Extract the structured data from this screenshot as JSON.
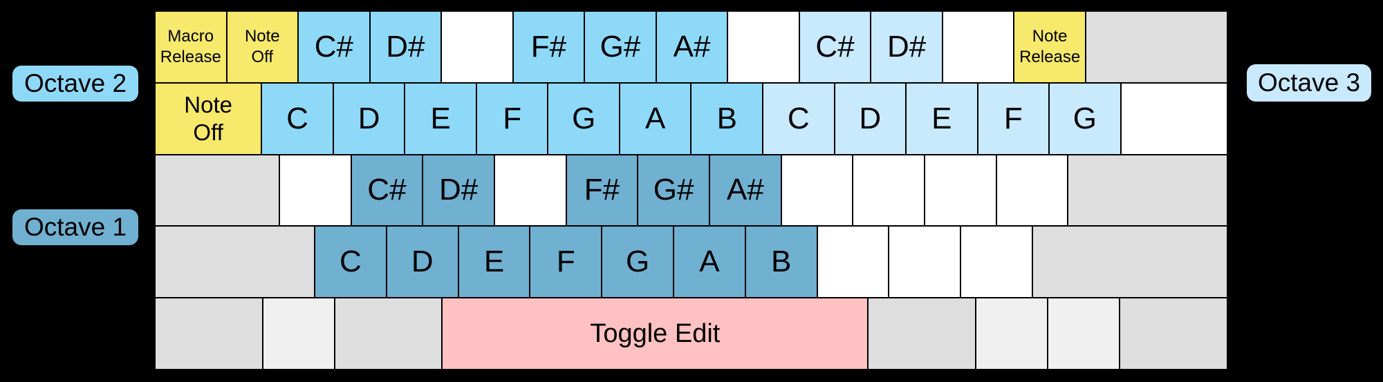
{
  "legend": {
    "octave1": "Octave 1",
    "octave2": "Octave 2",
    "octave3": "Octave 3"
  },
  "colors": {
    "background": "#000000",
    "key_border": "#000000",
    "text": "#000000",
    "yellow_macro": "#F6E96B",
    "octave1_blue": "#70B0D0",
    "octave2_blue": "#8FD9F8",
    "octave3_blue": "#C9E9FC",
    "white_key": "#FFFFFF",
    "gray_key": "#DEDEDE",
    "light_gray_key": "#F0F0F0",
    "pink_toggle": "#FFC1C1"
  },
  "keyboard": {
    "rows": [
      {
        "name": "keyboard-row-number",
        "keys": [
          {
            "name": "key-macro-release",
            "label": "Macro\nRelease",
            "type": "macro",
            "w": 1,
            "size": "sm"
          },
          {
            "name": "key-note-off-top",
            "label": "Note\nOff",
            "type": "macro",
            "w": 1,
            "size": "sm"
          },
          {
            "name": "key-csharp-oct2",
            "label": "C#",
            "type": "oct2",
            "w": 1,
            "size": "note"
          },
          {
            "name": "key-dsharp-oct2",
            "label": "D#",
            "type": "oct2",
            "w": 1,
            "size": "note"
          },
          {
            "name": "key-blank-row1-a",
            "label": "",
            "type": "blank",
            "w": 1
          },
          {
            "name": "key-fsharp-oct2",
            "label": "F#",
            "type": "oct2",
            "w": 1,
            "size": "note"
          },
          {
            "name": "key-gsharp-oct2",
            "label": "G#",
            "type": "oct2",
            "w": 1,
            "size": "note"
          },
          {
            "name": "key-asharp-oct2",
            "label": "A#",
            "type": "oct2",
            "w": 1,
            "size": "note"
          },
          {
            "name": "key-blank-row1-b",
            "label": "",
            "type": "blank",
            "w": 1
          },
          {
            "name": "key-csharp-oct3",
            "label": "C#",
            "type": "oct3",
            "w": 1,
            "size": "note"
          },
          {
            "name": "key-dsharp-oct3",
            "label": "D#",
            "type": "oct3",
            "w": 1,
            "size": "note"
          },
          {
            "name": "key-blank-row1-c",
            "label": "",
            "type": "blank",
            "w": 1
          },
          {
            "name": "key-note-release",
            "label": "Note\nRelease",
            "type": "macro",
            "w": 1,
            "size": "sm"
          },
          {
            "name": "key-backspace-unmapped",
            "label": "",
            "type": "gray",
            "w": 2
          }
        ]
      },
      {
        "name": "keyboard-row-top",
        "keys": [
          {
            "name": "key-note-off-tab",
            "label": "Note\nOff",
            "type": "macro",
            "w": 1.5,
            "size": "md"
          },
          {
            "name": "key-c-oct2",
            "label": "C",
            "type": "oct2",
            "w": 1,
            "size": "note"
          },
          {
            "name": "key-d-oct2",
            "label": "D",
            "type": "oct2",
            "w": 1,
            "size": "note"
          },
          {
            "name": "key-e-oct2",
            "label": "E",
            "type": "oct2",
            "w": 1,
            "size": "note"
          },
          {
            "name": "key-f-oct2",
            "label": "F",
            "type": "oct2",
            "w": 1,
            "size": "note"
          },
          {
            "name": "key-g-oct2",
            "label": "G",
            "type": "oct2",
            "w": 1,
            "size": "note"
          },
          {
            "name": "key-a-oct2",
            "label": "A",
            "type": "oct2",
            "w": 1,
            "size": "note"
          },
          {
            "name": "key-b-oct2",
            "label": "B",
            "type": "oct2",
            "w": 1,
            "size": "note"
          },
          {
            "name": "key-c-oct3",
            "label": "C",
            "type": "oct3",
            "w": 1,
            "size": "note"
          },
          {
            "name": "key-d-oct3",
            "label": "D",
            "type": "oct3",
            "w": 1,
            "size": "note"
          },
          {
            "name": "key-e-oct3",
            "label": "E",
            "type": "oct3",
            "w": 1,
            "size": "note"
          },
          {
            "name": "key-f-oct3",
            "label": "F",
            "type": "oct3",
            "w": 1,
            "size": "note"
          },
          {
            "name": "key-g-oct3",
            "label": "G",
            "type": "oct3",
            "w": 1,
            "size": "note"
          },
          {
            "name": "key-blank-backslash",
            "label": "",
            "type": "blank",
            "w": 1.5
          }
        ]
      },
      {
        "name": "keyboard-row-home",
        "keys": [
          {
            "name": "key-capslock-unmapped",
            "label": "",
            "type": "gray",
            "w": 1.75
          },
          {
            "name": "key-blank-a",
            "label": "",
            "type": "blank",
            "w": 1
          },
          {
            "name": "key-csharp-oct1",
            "label": "C#",
            "type": "oct1",
            "w": 1,
            "size": "note"
          },
          {
            "name": "key-dsharp-oct1",
            "label": "D#",
            "type": "oct1",
            "w": 1,
            "size": "note"
          },
          {
            "name": "key-blank-f",
            "label": "",
            "type": "blank",
            "w": 1
          },
          {
            "name": "key-fsharp-oct1",
            "label": "F#",
            "type": "oct1",
            "w": 1,
            "size": "note"
          },
          {
            "name": "key-gsharp-oct1",
            "label": "G#",
            "type": "oct1",
            "w": 1,
            "size": "note"
          },
          {
            "name": "key-asharp-oct1",
            "label": "A#",
            "type": "oct1",
            "w": 1,
            "size": "note"
          },
          {
            "name": "key-blank-k",
            "label": "",
            "type": "blank",
            "w": 1
          },
          {
            "name": "key-blank-l",
            "label": "",
            "type": "blank",
            "w": 1
          },
          {
            "name": "key-blank-semicolon",
            "label": "",
            "type": "blank",
            "w": 1
          },
          {
            "name": "key-blank-quote",
            "label": "",
            "type": "blank",
            "w": 1
          },
          {
            "name": "key-enter-unmapped",
            "label": "",
            "type": "gray",
            "w": 2.25
          }
        ]
      },
      {
        "name": "keyboard-row-bottom-letters",
        "keys": [
          {
            "name": "key-lshift-unmapped",
            "label": "",
            "type": "gray",
            "w": 2.25
          },
          {
            "name": "key-c-oct1",
            "label": "C",
            "type": "oct1",
            "w": 1,
            "size": "note"
          },
          {
            "name": "key-d-oct1",
            "label": "D",
            "type": "oct1",
            "w": 1,
            "size": "note"
          },
          {
            "name": "key-e-oct1",
            "label": "E",
            "type": "oct1",
            "w": 1,
            "size": "note"
          },
          {
            "name": "key-f-oct1",
            "label": "F",
            "type": "oct1",
            "w": 1,
            "size": "note"
          },
          {
            "name": "key-g-oct1",
            "label": "G",
            "type": "oct1",
            "w": 1,
            "size": "note"
          },
          {
            "name": "key-a-oct1",
            "label": "A",
            "type": "oct1",
            "w": 1,
            "size": "note"
          },
          {
            "name": "key-b-oct1",
            "label": "B",
            "type": "oct1",
            "w": 1,
            "size": "note"
          },
          {
            "name": "key-blank-comma",
            "label": "",
            "type": "blank",
            "w": 1
          },
          {
            "name": "key-blank-period",
            "label": "",
            "type": "blank",
            "w": 1
          },
          {
            "name": "key-blank-slash",
            "label": "",
            "type": "blank",
            "w": 1
          },
          {
            "name": "key-rshift-unmapped",
            "label": "",
            "type": "gray",
            "w": 2.75
          }
        ]
      },
      {
        "name": "keyboard-row-space",
        "keys": [
          {
            "name": "key-lctrl-unmapped",
            "label": "",
            "type": "gray",
            "w": 1.5
          },
          {
            "name": "key-lwin-unmapped",
            "label": "",
            "type": "lightgray",
            "w": 1
          },
          {
            "name": "key-lalt-unmapped",
            "label": "",
            "type": "gray",
            "w": 1.5
          },
          {
            "name": "key-space-toggle-edit",
            "label": "Toggle Edit",
            "type": "toggle",
            "w": 6,
            "size": "space"
          },
          {
            "name": "key-ralt-unmapped",
            "label": "",
            "type": "gray",
            "w": 1.5
          },
          {
            "name": "key-rwin-unmapped",
            "label": "",
            "type": "lightgray",
            "w": 1
          },
          {
            "name": "key-menu-unmapped",
            "label": "",
            "type": "lightgray",
            "w": 1
          },
          {
            "name": "key-rctrl-unmapped",
            "label": "",
            "type": "gray",
            "w": 1.5
          }
        ]
      }
    ]
  }
}
